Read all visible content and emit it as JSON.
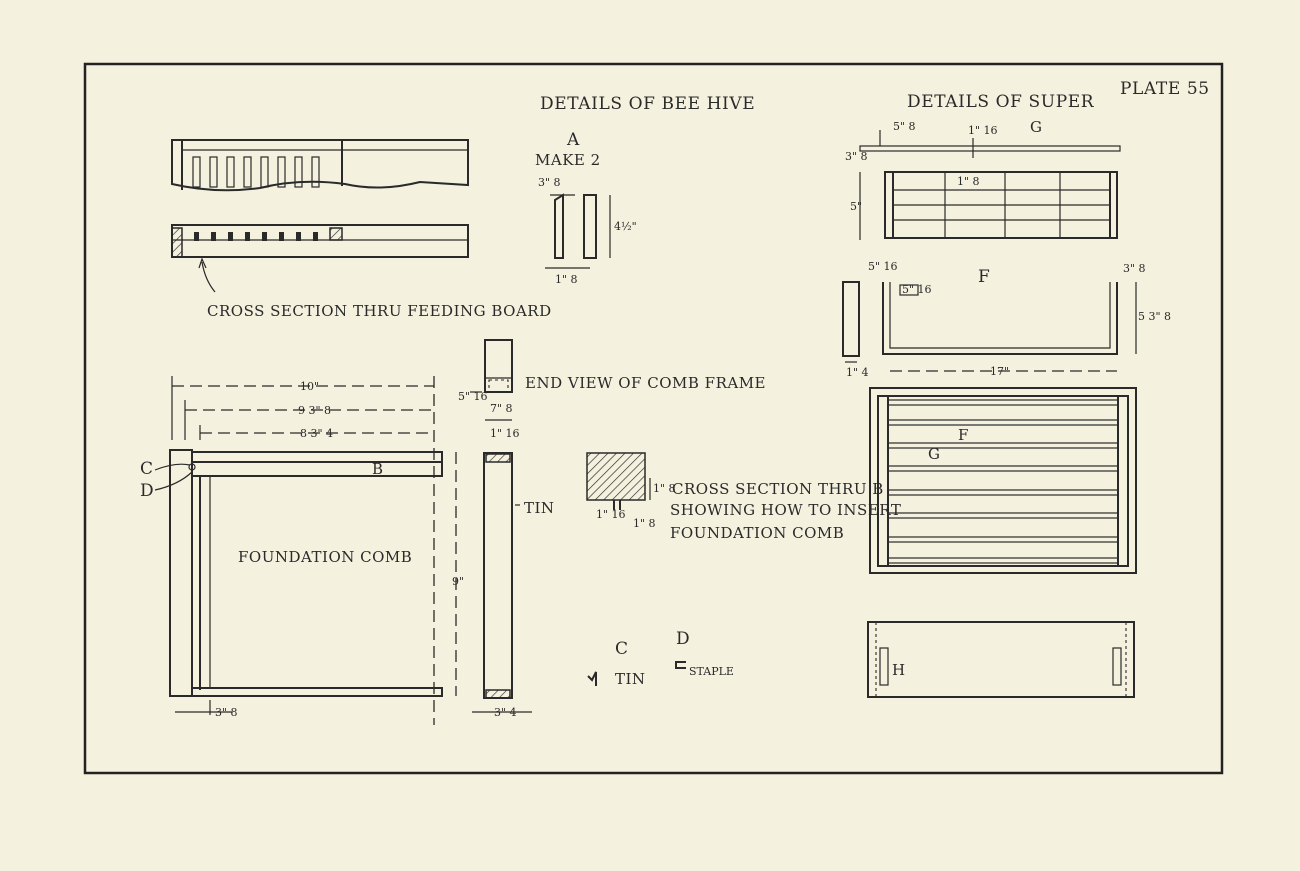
{
  "plate": {
    "title": "DETAILS OF BEE HIVE",
    "plate_number": "PLATE 55",
    "super_title": "DETAILS OF SUPER"
  },
  "labels": {
    "part_a": "A",
    "make_2": "MAKE 2",
    "feeding_board": "CROSS SECTION THRU FEEDING BOARD",
    "end_view": "END VIEW OF COMB FRAME",
    "foundation": "FOUNDATION COMB",
    "tin": "TIN",
    "cross_b_1": "CROSS SECTION THRU B",
    "cross_b_2": "SHOWING HOW TO INSERT",
    "cross_b_3": "FOUNDATION COMB",
    "c": "C",
    "d": "D",
    "b": "B",
    "c_tin": "TIN",
    "d_staple": "STAPLE",
    "g": "G",
    "f": "F",
    "h": "H"
  },
  "dimensions": {
    "a_top": "3\" 8",
    "a_bottom": "1\" 8",
    "a_height": "4½\"",
    "width_10": "10\"",
    "width_9_38": "9 3\" 8",
    "width_8_34": "8 3\" 4",
    "height_9": "9\"",
    "bottom_38": "3\" 8",
    "end_34": "3\" 4",
    "end_78": "7\" 8",
    "end_116": "1\" 16",
    "end_516": "5\" 16",
    "cross_18": "1\" 8",
    "cross_116": "1\" 16",
    "cross_18b": "1\" 8",
    "g_58": "5\" 8",
    "g_116": "1\" 16",
    "g_38": "3\" 8",
    "super_5": "5\"",
    "super_inner": "1\" 8",
    "f_516": "5\" 16",
    "f_38": "3\" 8",
    "f_538": "5 3\" 8",
    "f_17": "17\"",
    "f_14": "1\" 4",
    "f_small": "5\" 16"
  }
}
